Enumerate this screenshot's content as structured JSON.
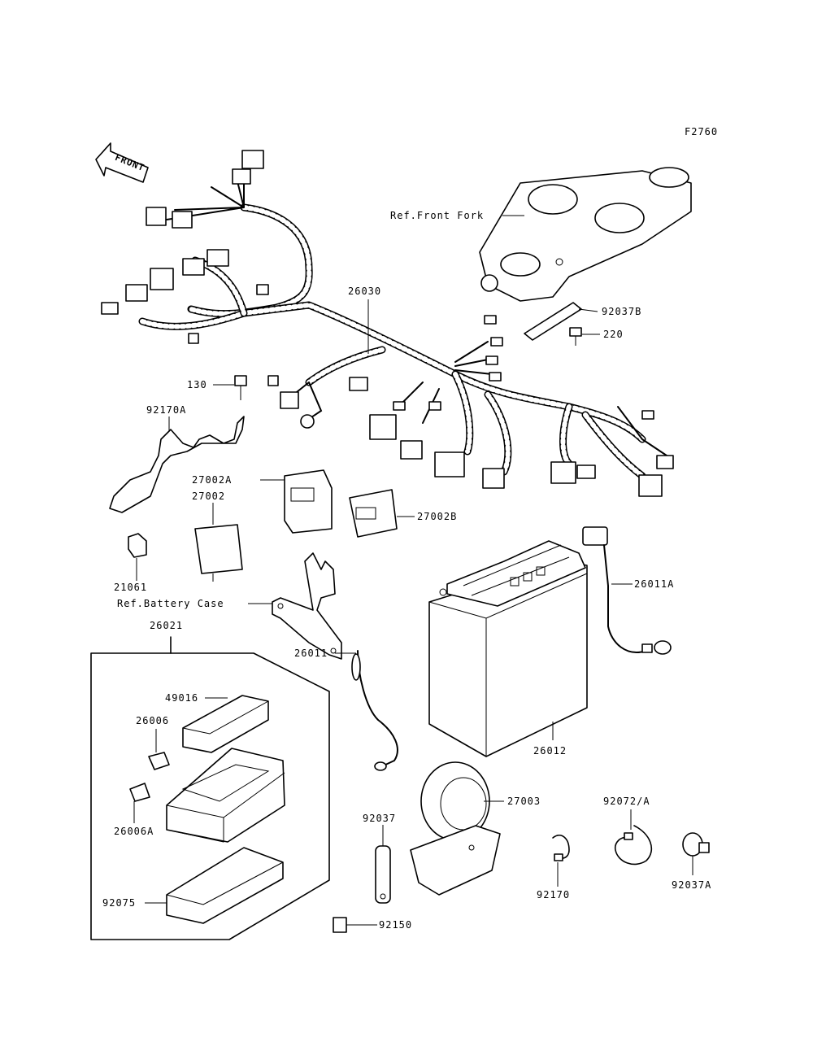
{
  "figure_id": "F2760",
  "front_arrow_label": "FRONT",
  "refs": {
    "front_fork": "Ref.Front Fork",
    "battery_case": "Ref.Battery Case"
  },
  "parts": {
    "p26030": "26030",
    "p92037B": "92037B",
    "p220": "220",
    "p130": "130",
    "p92170A": "92170A",
    "p27002A": "27002A",
    "p27002": "27002",
    "p27002B": "27002B",
    "p21061": "21061",
    "p26011A": "26011A",
    "p26021": "26021",
    "p26011": "26011",
    "p49016": "49016",
    "p26006": "26006",
    "p26006A": "26006A",
    "p26012": "26012",
    "p27003": "27003",
    "p92037": "92037",
    "p92072A": "92072/A",
    "p92170": "92170",
    "p92037A": "92037A",
    "p92075": "92075",
    "p92150": "92150"
  }
}
